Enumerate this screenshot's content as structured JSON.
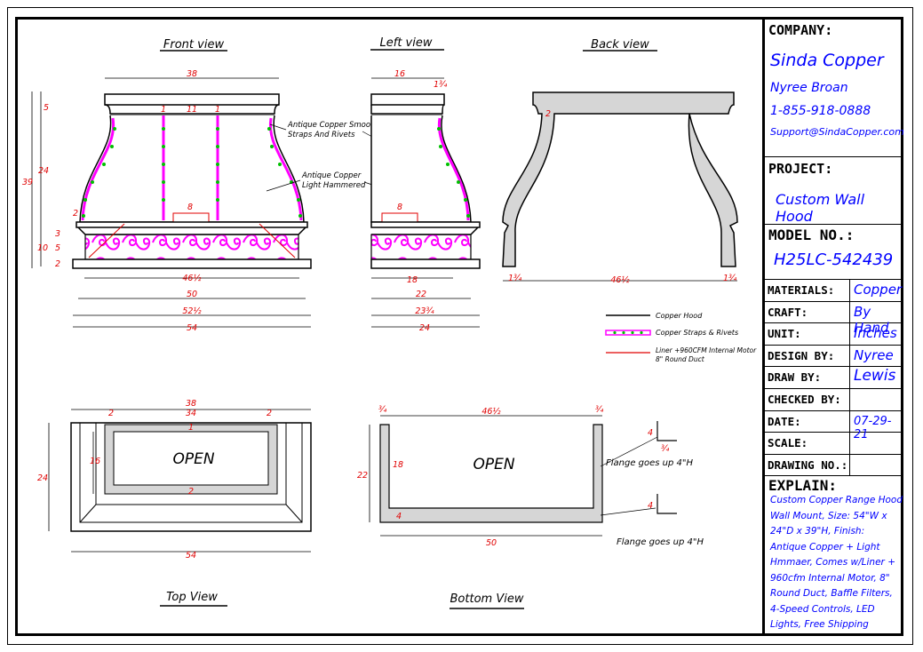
{
  "title_block": {
    "company_label": "COMPANY:",
    "company_name": "Sinda Copper",
    "contact_name": "Nyree Broan",
    "phone": "1-855-918-0888",
    "email": "Support@SindaCopper.com",
    "project_label": "PROJECT:",
    "project_name": "Custom Wall Hood",
    "model_label": "MODEL NO.:",
    "model_no": "H25LC-542439",
    "rows": [
      {
        "label": "MATERIALS:",
        "value": "Copper"
      },
      {
        "label": "CRAFT:",
        "value": "By Hand"
      },
      {
        "label": "UNIT:",
        "value": "Inches"
      },
      {
        "label": "DESIGN BY:",
        "value": "Nyree"
      },
      {
        "label": "DRAW BY:",
        "value": "Lewis"
      },
      {
        "label": "CHECKED BY:",
        "value": ""
      },
      {
        "label": "DATE:",
        "value": "07-29-21"
      },
      {
        "label": "SCALE:",
        "value": ""
      },
      {
        "label": "DRAWING NO.:",
        "value": ""
      }
    ],
    "explain_label": "EXPLAIN:",
    "explain_text": "Custom Copper Range Hood Wall Mount, Size: 54\"W x 24\"D x 39\"H, Finish: Antique Copper + Light Hmmaer, Comes w/Liner + 960cfm Internal Motor, 8\" Round Duct, Baffle Filters, 4-Speed Controls, LED Lights, Free Shipping"
  },
  "views": {
    "front": "Front view",
    "left": "Left view",
    "back": "Back view",
    "top": "Top View",
    "bottom": "Bottom View"
  },
  "annotations": {
    "straps": "Antique Copper Smooth Straps And Rivets",
    "straps_line1": "Antique Copper Smooth",
    "straps_line2": "Straps And Rivets",
    "hammered_line1": "Antique Copper",
    "hammered_line2": "Light Hammered",
    "open": "OPEN",
    "flange": "Flange goes up 4\"H"
  },
  "legend": [
    {
      "label": "Copper Hood",
      "color": "#000000"
    },
    {
      "label": "Copper Straps & Rivets",
      "color": "#ff00ff"
    },
    {
      "label": "Liner +960CFM Internal Motor",
      "label2": "8\" Round Duct",
      "color": "#ff0000"
    }
  ],
  "dimensions": {
    "front": {
      "top_width": "38",
      "strap_gap": "11",
      "strap_w": "1",
      "duct": "8",
      "inner": "46½",
      "d50": "50",
      "d52": "52½",
      "d54": "54",
      "h5": "5",
      "h24": "24",
      "h39": "39",
      "h3": "3",
      "h10": "10",
      "h5b": "5",
      "h2": "2",
      "side2": "2"
    },
    "left": {
      "top": "16",
      "t34": "1¾",
      "duct": "8",
      "d18": "18",
      "d22": "22",
      "d23": "23¾",
      "d24": "24"
    },
    "back": {
      "left": "1¾",
      "mid": "46½",
      "right": "1¾",
      "top": "2"
    },
    "top": {
      "w38": "38",
      "w34": "34",
      "s2a": "2",
      "s2b": "2",
      "h16": "16",
      "h24": "24",
      "w54": "54",
      "t1": "1",
      "b2": "2"
    },
    "bottom": {
      "l34": "¾",
      "mid": "46½",
      "r34": "¾",
      "h22": "22",
      "h18": "18",
      "b4": "4",
      "w50": "50",
      "f4a": "4",
      "f34": "¾",
      "f4b": "4"
    }
  },
  "colors": {
    "strap": "#ff00ff",
    "rivet": "#00c000",
    "dim": "#e00000",
    "ink": "#0000ff",
    "fill": "#d6d6d6"
  }
}
